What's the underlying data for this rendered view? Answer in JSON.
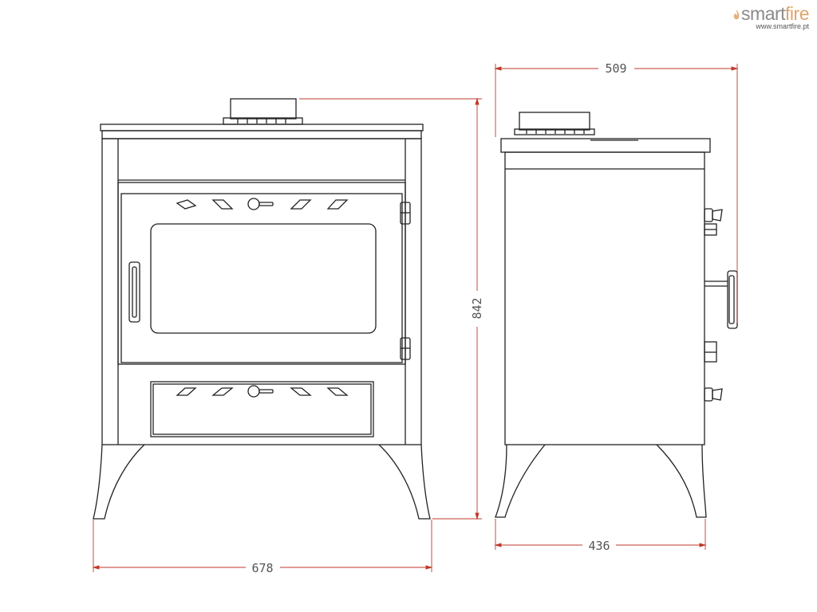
{
  "branding": {
    "logo_part1": "smart",
    "logo_part2": "fire",
    "website": "www.smartfire.pt"
  },
  "dimensions": {
    "front_width": "678",
    "front_height": "842",
    "side_depth_top": "509",
    "side_depth_base": "436"
  },
  "colors": {
    "line": "#222222",
    "dimension_line": "#c0392b",
    "dimension_text": "#555555",
    "logo_grey": "#8a8a8a",
    "logo_orange": "#e0a46a"
  }
}
